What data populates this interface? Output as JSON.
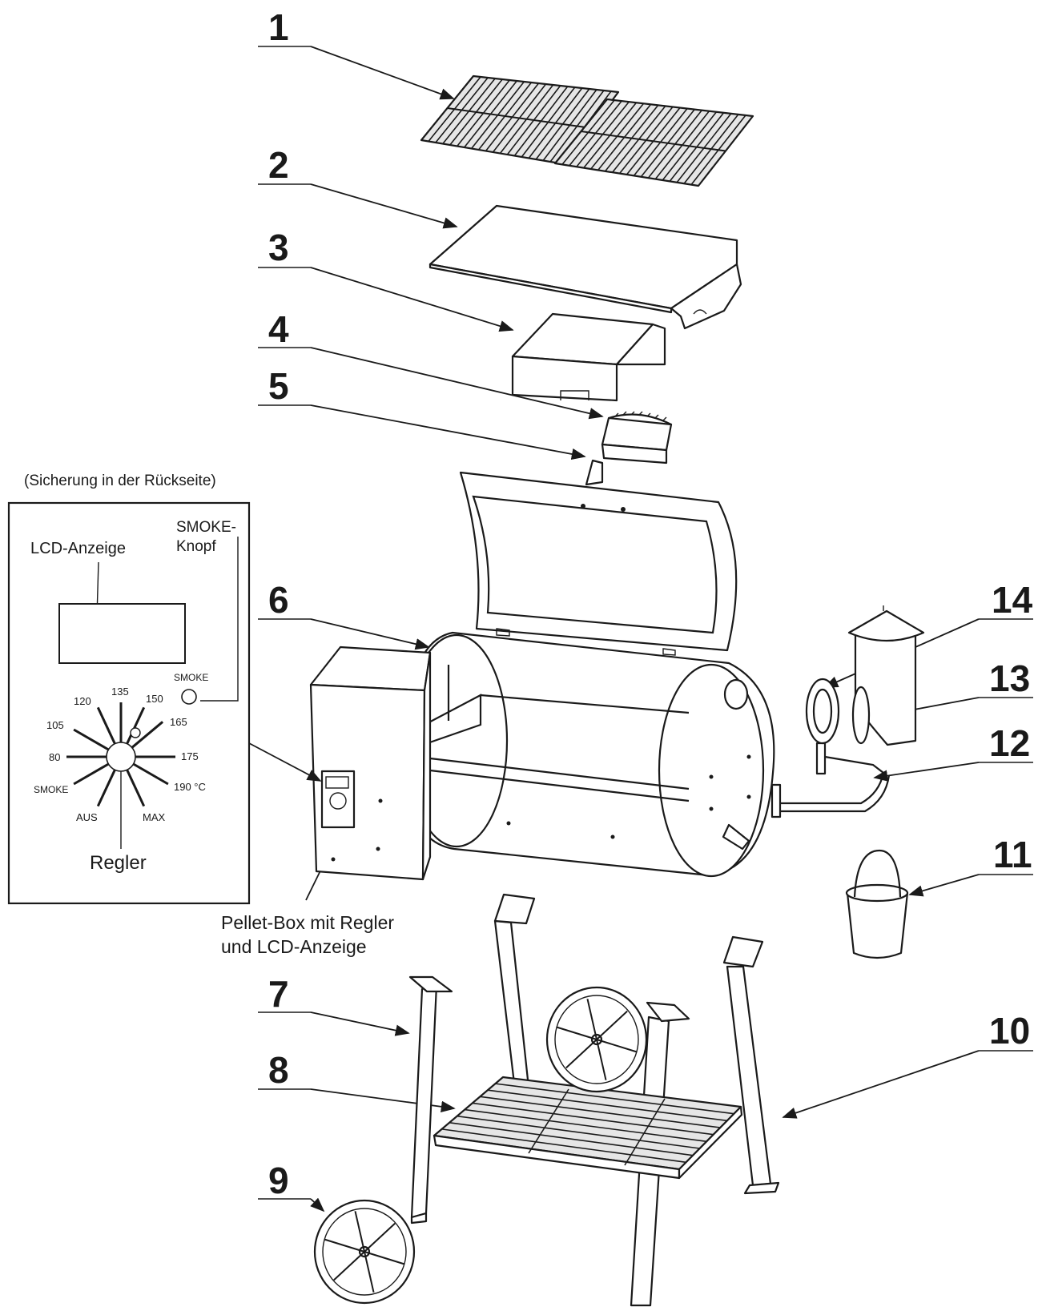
{
  "parts": [
    {
      "number": "1"
    },
    {
      "number": "2"
    },
    {
      "number": "3"
    },
    {
      "number": "4"
    },
    {
      "number": "5"
    },
    {
      "number": "6"
    },
    {
      "number": "7"
    },
    {
      "number": "8"
    },
    {
      "number": "9"
    },
    {
      "number": "10"
    },
    {
      "number": "11"
    },
    {
      "number": "12"
    },
    {
      "number": "13"
    },
    {
      "number": "14"
    }
  ],
  "inset": {
    "note": "(Sicherung in der Rückseite)",
    "lcd_label": "LCD-Anzeige",
    "smoke_button_label_1": "SMOKE-",
    "smoke_button_label_2": "Knopf",
    "smoke_small": "SMOKE",
    "dial_labels": [
      "120",
      "135",
      "150",
      "165",
      "105",
      "80",
      "175",
      "SMOKE",
      "190 °C",
      "AUS",
      "MAX"
    ],
    "regler": "Regler"
  },
  "pellet_box": {
    "line1": "Pellet-Box mit Regler",
    "line2": "und LCD-Anzeige"
  }
}
